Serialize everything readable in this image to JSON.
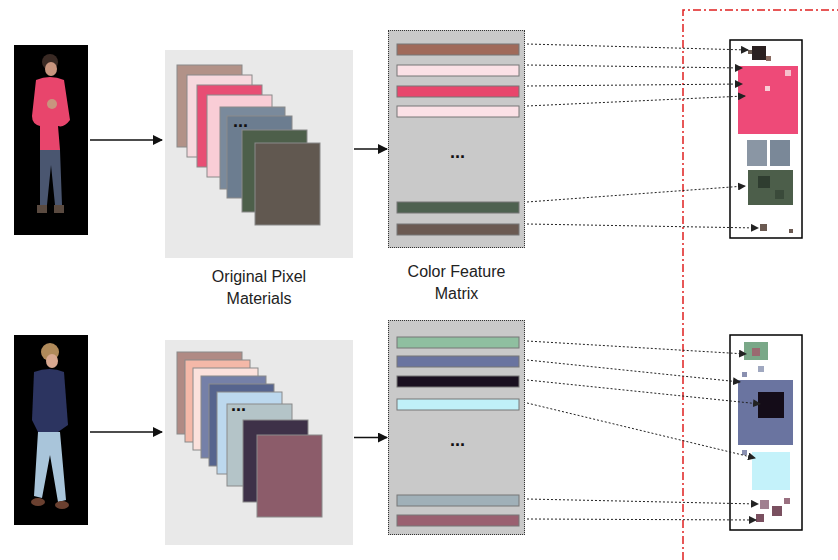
{
  "diagram": {
    "nodes": [
      {
        "text": [
          "...",
          "Original Pixel Materials"
        ]
      },
      {
        "text": [
          "...",
          "Color Feature Matrix"
        ]
      },
      {
        "text": [
          "..."
        ]
      },
      {
        "text": [
          "..."
        ]
      }
    ],
    "edges": [
      {
        "from": 0,
        "to": 1,
        "arrow": "to"
      },
      {
        "from": 2,
        "to": 3,
        "arrow": "to"
      }
    ]
  }
}
